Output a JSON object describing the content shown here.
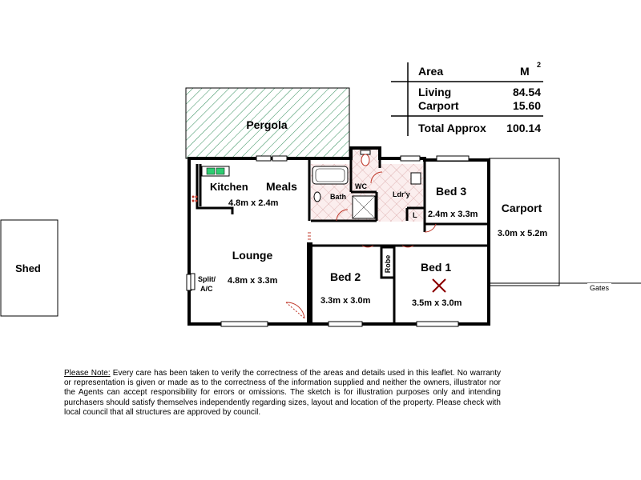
{
  "area_table": {
    "header_label": "Area",
    "unit": "M",
    "unit_superscript": "2",
    "rows": [
      {
        "label": "Living",
        "value": "84.54"
      },
      {
        "label": "Carport",
        "value": "15.60"
      }
    ],
    "total_label": "Total Approx",
    "total_value": "100.14"
  },
  "rooms": {
    "pergola": "Pergola",
    "kitchen": "Kitchen",
    "meals": "Meals",
    "kitchen_meals_dim": "4.8m x 2.4m",
    "lounge": "Lounge",
    "lounge_dim": "4.8m x 3.3m",
    "split_ac_1": "Split/",
    "split_ac_2": "A/C",
    "bath": "Bath",
    "wc": "WC",
    "laundry": "Ldr'y",
    "linen": "L",
    "bed3": "Bed 3",
    "bed3_dim": "2.4m x 3.3m",
    "bed2": "Bed 2",
    "bed2_dim": "3.3m x 3.0m",
    "robe": "Robe",
    "bed1": "Bed 1",
    "bed1_dim": "3.5m x 3.0m",
    "carport": "Carport",
    "carport_dim": "3.0m x 5.2m",
    "shed": "Shed",
    "gates": "Gates"
  },
  "disclaimer": {
    "title": "Please Note:",
    "text": " Every care has been taken to verify the correctness of the areas and details used in this leaflet. No warranty or representation is given or made as to the correctness of the information supplied and neither the owners, illustrator nor the Agents can accept responsibility for errors or omissions. The sketch is for illustration purposes only and intending purchasers should satisfy themselves independently regarding sizes, layout and location of the property. Please check with local council that all structures are approved by council."
  }
}
